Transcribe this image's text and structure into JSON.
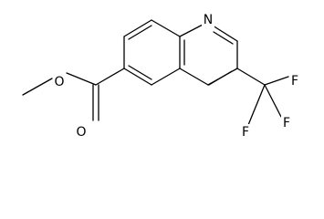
{
  "molecule": {
    "atoms": {
      "ring_nitrogen": "N",
      "carbonyl_oxygen": "O",
      "ester_oxygen": "O",
      "fluorine_top": "F",
      "fluorine_right": "F",
      "fluorine_bottom": "F"
    }
  },
  "colors": {
    "bond": "#000000",
    "label": "#000000",
    "background": "#ffffff"
  }
}
